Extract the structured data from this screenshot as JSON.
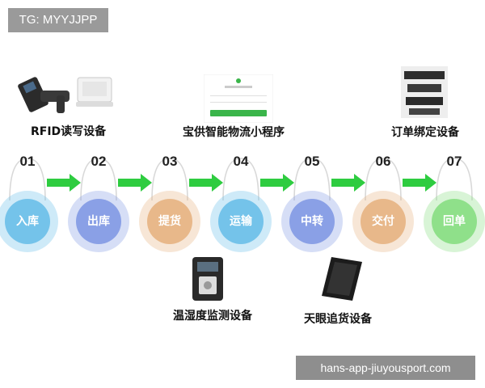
{
  "watermark_top": "TG: MYYJJPP",
  "watermark_bottom": "hans-app-jiuyousport.com",
  "devices": {
    "rfid": "RFID读写设备",
    "mini_program": "宝供智能物流小程序",
    "order_binding": "订单绑定设备",
    "temp_humidity": "温湿度监测设备",
    "tracker": "天眼追货设备"
  },
  "steps": [
    {
      "num": "01",
      "label": "入库",
      "color": "#74c3ea"
    },
    {
      "num": "02",
      "label": "出库",
      "color": "#8aa0e6"
    },
    {
      "num": "03",
      "label": "提货",
      "color": "#e8b88a"
    },
    {
      "num": "04",
      "label": "运输",
      "color": "#74c3ea"
    },
    {
      "num": "05",
      "label": "中转",
      "color": "#8aa0e6"
    },
    {
      "num": "06",
      "label": "交付",
      "color": "#e8b88a"
    },
    {
      "num": "07",
      "label": "回单",
      "color": "#8fe08a"
    }
  ],
  "colors": {
    "arrow": "#2ecc40",
    "connector": "#d8d8d8"
  }
}
